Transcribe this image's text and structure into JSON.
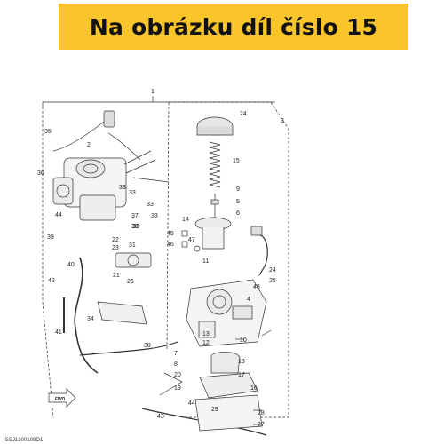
{
  "banner": {
    "text": "Na obrázku díl číslo 15",
    "background": "#f9c52b",
    "text_color": "#111111"
  },
  "diagram": {
    "ref_code": "5GJ1300109O1",
    "front_label": "FWD",
    "part_numbers": [
      "1",
      "2",
      "3",
      "4",
      "5",
      "6",
      "7",
      "8",
      "9",
      "10",
      "11",
      "12",
      "13",
      "14",
      "15",
      "16",
      "17",
      "18",
      "19",
      "20",
      "21",
      "22",
      "23",
      "24",
      "25",
      "26",
      "27",
      "28",
      "29",
      "30",
      "31",
      "32",
      "33",
      "34",
      "35",
      "36",
      "37",
      "38",
      "39",
      "40",
      "41",
      "42",
      "43",
      "44",
      "45",
      "46",
      "47",
      "48"
    ]
  }
}
